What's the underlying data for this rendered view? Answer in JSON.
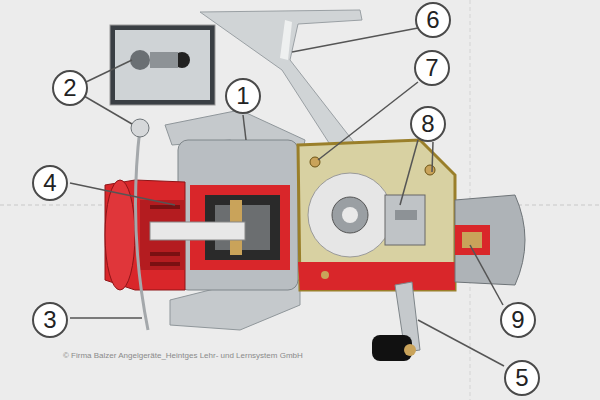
{
  "diagram": {
    "nodes": [
      {
        "text": [
          "6"
        ]
      },
      {
        "text": [
          "7"
        ]
      },
      {
        "text": [
          "2"
        ]
      },
      {
        "text": [
          "1"
        ]
      },
      {
        "text": [
          "8"
        ]
      },
      {
        "text": [
          "4"
        ]
      },
      {
        "text": [
          "3"
        ]
      },
      {
        "text": [
          "9"
        ]
      },
      {
        "text": [
          "5"
        ]
      }
    ],
    "labels": [
      "© Firma Balzer Angelgeräte_Heintges Lehr- und Lernsystem GmbH"
    ]
  }
}
